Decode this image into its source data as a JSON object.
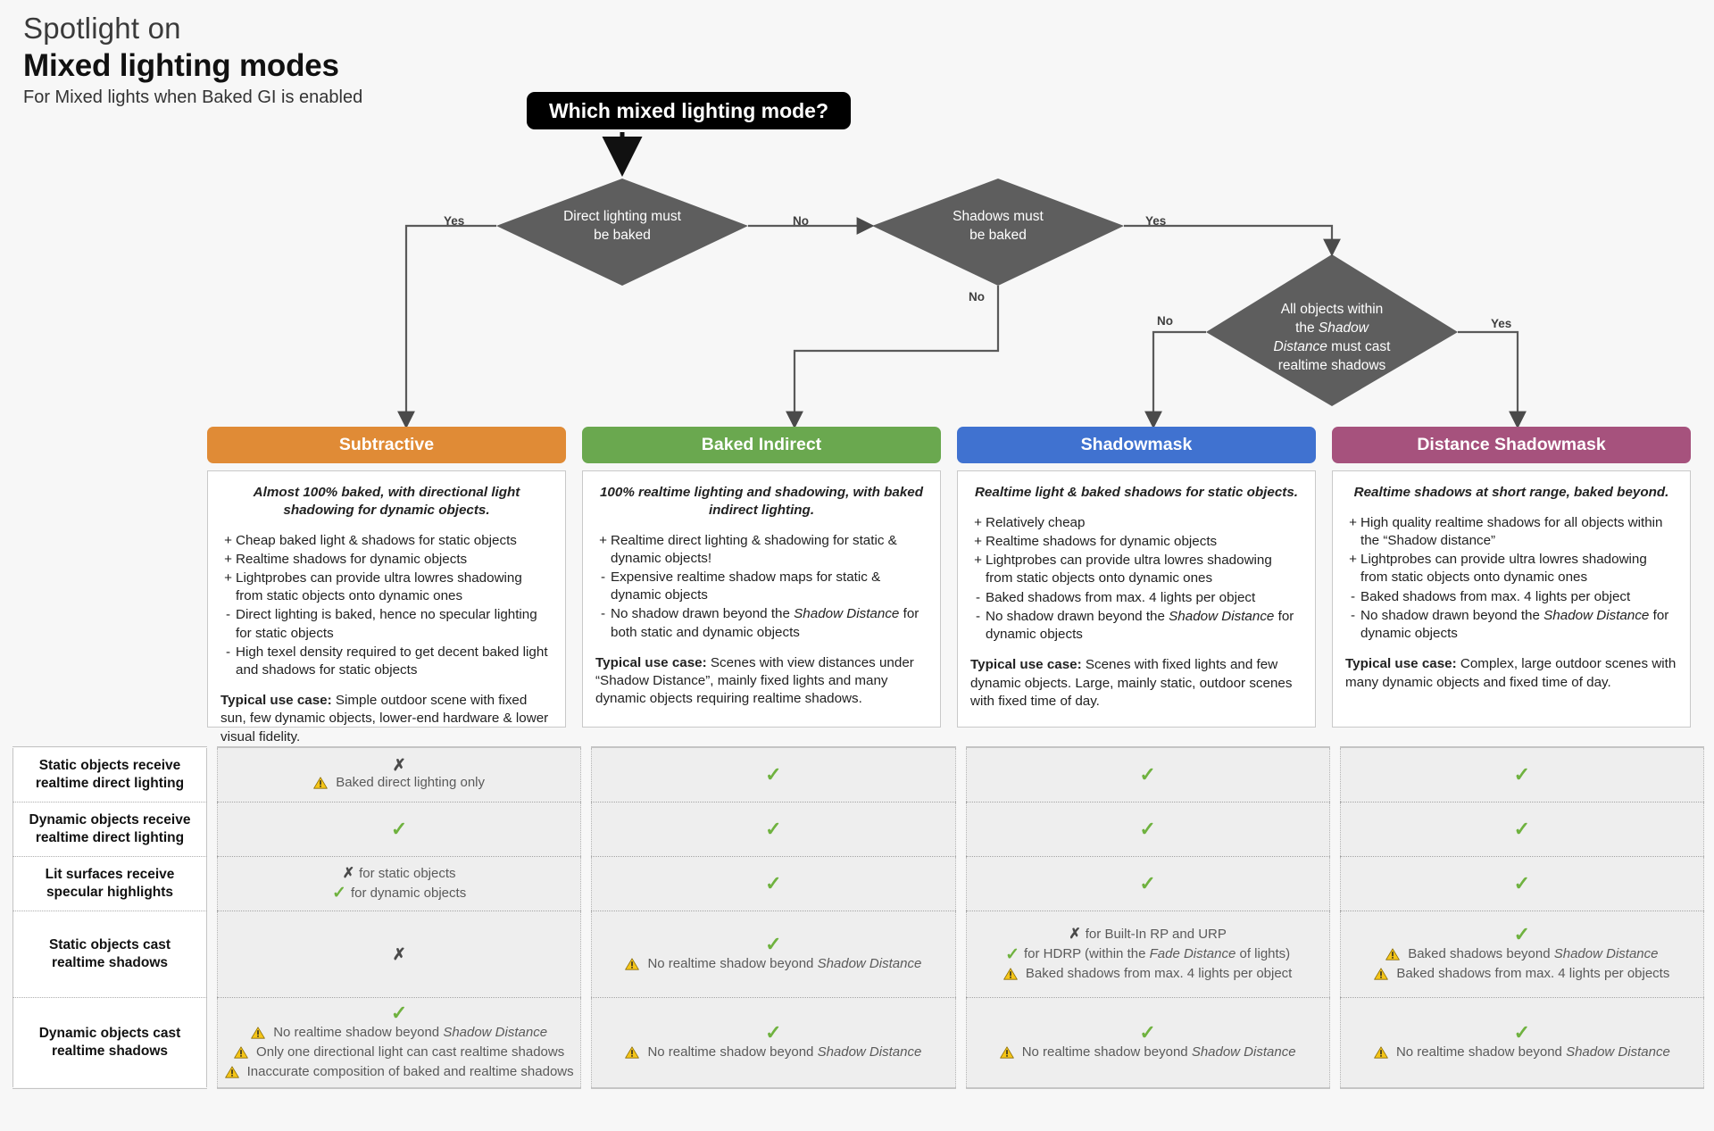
{
  "header": {
    "kicker": "Spotlight on",
    "title": "Mixed lighting modes",
    "subtitle": "For Mixed lights when Baked GI is enabled"
  },
  "flow": {
    "question": "Which mixed lighting mode?",
    "d1_line1": "Direct lighting must",
    "d1_line2": "be baked",
    "d2_line1": "Shadows must",
    "d2_line2": "be baked",
    "d3_line1": "All objects within",
    "d3_line2a": "the ",
    "d3_line2b": "Shadow",
    "d3_line3a": "Distance",
    "d3_line3b": " must cast",
    "d3_line4": "realtime shadows",
    "lbl_yes_1": "Yes",
    "lbl_no_1": "No",
    "lbl_yes_2": "Yes",
    "lbl_no_2": "No",
    "lbl_no_3": "No",
    "lbl_yes_3": "Yes"
  },
  "colors": {
    "subtractive": "#e08b36",
    "baked_indirect": "#6aa84f",
    "shadowmask": "#4072d0",
    "distance_shadowmask": "#a6527d",
    "diamond": "#5e5e5e",
    "check": "#6fb23f",
    "warning": "#f5c518"
  },
  "columns": [
    {
      "title": "Subtractive",
      "color": "#e08b36",
      "tagline": "Almost 100% baked, with directional light shadowing for dynamic objects.",
      "bullets": [
        {
          "sign": "+",
          "text": "Cheap baked light & shadows for static objects"
        },
        {
          "sign": "+",
          "text": "Realtime shadows for dynamic objects"
        },
        {
          "sign": "+",
          "text": "Lightprobes can provide ultra lowres shadowing from static objects onto dynamic ones"
        },
        {
          "sign": "-",
          "text": "Direct lighting is baked, hence no specular lighting for static objects"
        },
        {
          "sign": "-",
          "text": "High texel density required to get decent baked light and shadows for static objects"
        }
      ],
      "usecase_label": "Typical use case:",
      "usecase_text": " Simple outdoor scene with fixed sun, few dynamic objects, lower-end hardware & lower visual fidelity."
    },
    {
      "title": "Baked Indirect",
      "color": "#6aa84f",
      "tagline": "100% realtime lighting and shadowing, with baked indirect lighting.",
      "bullets": [
        {
          "sign": "+",
          "text": "Realtime direct lighting & shadowing for static & dynamic objects!"
        },
        {
          "sign": "-",
          "text": "Expensive realtime shadow maps for static & dynamic objects"
        },
        {
          "sign": "-",
          "text": "No shadow drawn beyond the |Shadow Distance| for both static and dynamic objects"
        }
      ],
      "usecase_label": "Typical use case:",
      "usecase_text": " Scenes with view distances under “Shadow Distance”, mainly fixed lights and many dynamic objects requiring realtime shadows."
    },
    {
      "title": "Shadowmask",
      "color": "#4072d0",
      "tagline": "Realtime light & baked shadows for static objects.",
      "bullets": [
        {
          "sign": "+",
          "text": "Relatively cheap"
        },
        {
          "sign": "+",
          "text": "Realtime shadows for dynamic objects"
        },
        {
          "sign": "+",
          "text": "Lightprobes can provide ultra lowres shadowing from static objects onto dynamic ones"
        },
        {
          "sign": "-",
          "text": "Baked shadows from max. 4 lights per object"
        },
        {
          "sign": "-",
          "text": "No shadow drawn beyond the |Shadow Distance| for dynamic objects"
        }
      ],
      "usecase_label": "Typical use case:",
      "usecase_text": " Scenes with fixed lights and few dynamic objects. Large, mainly static, outdoor scenes with fixed time of day."
    },
    {
      "title": "Distance Shadowmask",
      "color": "#a6527d",
      "tagline": "Realtime shadows at short range, baked beyond.",
      "bullets": [
        {
          "sign": "+",
          "text": "High quality realtime shadows for all objects within the “Shadow distance”"
        },
        {
          "sign": "+",
          "text": "Lightprobes can provide ultra lowres shadowing from static objects onto dynamic ones"
        },
        {
          "sign": "-",
          "text": "Baked shadows from max. 4 lights per object"
        },
        {
          "sign": "-",
          "text": "No shadow drawn beyond the |Shadow Distance| for dynamic objects"
        }
      ],
      "usecase_label": "Typical use case:",
      "usecase_text": " Complex, large outdoor scenes with many dynamic objects and fixed time of day."
    }
  ],
  "table": {
    "rows": [
      {
        "label": "Static objects receive realtime direct lighting",
        "cells": [
          {
            "mark": "x",
            "lines": [
              {
                "icon": "warning",
                "text": "Baked direct lighting only"
              }
            ]
          },
          {
            "mark": "check",
            "lines": []
          },
          {
            "mark": "check",
            "lines": []
          },
          {
            "mark": "check",
            "lines": []
          }
        ]
      },
      {
        "label": "Dynamic objects receive realtime direct lighting",
        "cells": [
          {
            "mark": "check",
            "lines": []
          },
          {
            "mark": "check",
            "lines": []
          },
          {
            "mark": "check",
            "lines": []
          },
          {
            "mark": "check",
            "lines": []
          }
        ]
      },
      {
        "label": "Lit surfaces receive specular highlights",
        "cells": [
          {
            "mark": "",
            "lines": [
              {
                "icon": "x",
                "text": "for static objects"
              },
              {
                "icon": "check",
                "text": "for dynamic objects"
              }
            ]
          },
          {
            "mark": "check",
            "lines": []
          },
          {
            "mark": "check",
            "lines": []
          },
          {
            "mark": "check",
            "lines": []
          }
        ]
      },
      {
        "label": "Static objects cast realtime shadows",
        "cells": [
          {
            "mark": "x",
            "lines": []
          },
          {
            "mark": "check",
            "lines": [
              {
                "icon": "warning",
                "text": "No realtime shadow beyond |Shadow Distance|"
              }
            ]
          },
          {
            "mark": "",
            "lines": [
              {
                "icon": "x",
                "text": "for Built-In RP and URP"
              },
              {
                "icon": "check",
                "text": "for HDRP (within the |Fade Distance| of lights)"
              },
              {
                "icon": "warning",
                "text": "Baked shadows from max. 4 lights per object"
              }
            ]
          },
          {
            "mark": "check",
            "lines": [
              {
                "icon": "warning",
                "text": "Baked shadows beyond |Shadow Distance|"
              },
              {
                "icon": "warning",
                "text": "Baked shadows from max. 4 lights per objects"
              }
            ]
          }
        ]
      },
      {
        "label": "Dynamic objects cast realtime shadows",
        "cells": [
          {
            "mark": "check",
            "lines": [
              {
                "icon": "warning",
                "text": "No realtime shadow beyond |Shadow Distance|"
              },
              {
                "icon": "warning",
                "text": "Only one directional light can cast realtime shadows"
              },
              {
                "icon": "warning",
                "text": "Inaccurate composition of baked and realtime shadows"
              }
            ]
          },
          {
            "mark": "check",
            "lines": [
              {
                "icon": "warning",
                "text": "No realtime shadow beyond |Shadow Distance|"
              }
            ]
          },
          {
            "mark": "check",
            "lines": [
              {
                "icon": "warning",
                "text": "No realtime shadow beyond |Shadow Distance|"
              }
            ]
          },
          {
            "mark": "check",
            "lines": [
              {
                "icon": "warning",
                "text": "No realtime shadow beyond |Shadow Distance|"
              }
            ]
          }
        ]
      }
    ]
  }
}
